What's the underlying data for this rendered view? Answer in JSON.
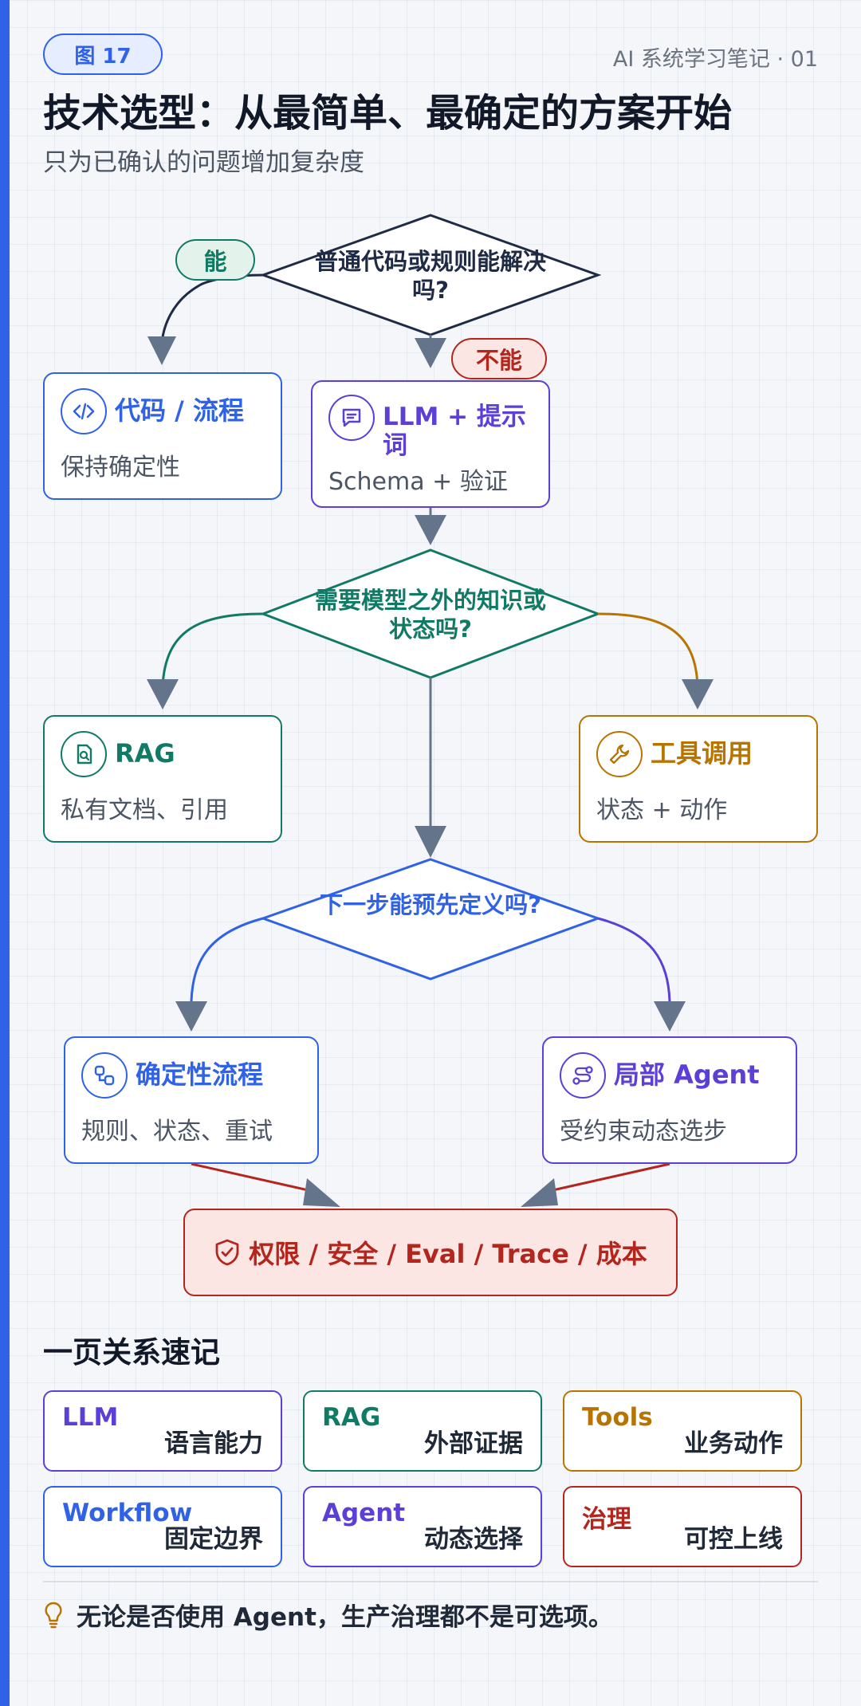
{
  "header": {
    "badge": "图 17",
    "series": "AI 系统学习笔记 · 01",
    "title": "技术选型：从最简单、最确定的方案开始",
    "subtitle": "只为已确认的问题增加复杂度"
  },
  "flow": {
    "q1": "普通代码或规则能解决吗?",
    "yes_label": "能",
    "no_label": "不能",
    "code": {
      "title": "代码 / 流程",
      "sub": "保持确定性",
      "icon": "code-icon"
    },
    "llm": {
      "title": "LLM + 提示词",
      "sub": "Schema + 验证",
      "icon": "message-icon"
    },
    "q2": "需要模型之外的知识或状态吗?",
    "rag": {
      "title": "RAG",
      "sub": "私有文档、引用",
      "icon": "document-search-icon"
    },
    "tools": {
      "title": "工具调用",
      "sub": "状态 + 动作",
      "icon": "wrench-icon"
    },
    "q3": "下一步能预先定义吗?",
    "workflow": {
      "title": "确定性流程",
      "sub": "规则、状态、重试",
      "icon": "workflow-icon"
    },
    "agent": {
      "title": "局部 Agent",
      "sub": "受约束动态选步",
      "icon": "route-icon"
    },
    "governance": "权限 / 安全 / Eval / Trace / 成本"
  },
  "summary": {
    "title": "一页关系速记",
    "cards": [
      {
        "key": "LLM",
        "value": "语言能力"
      },
      {
        "key": "RAG",
        "value": "外部证据"
      },
      {
        "key": "Tools",
        "value": "业务动作"
      },
      {
        "key": "Workflow",
        "value": "固定边界"
      },
      {
        "key": "Agent",
        "value": "动态选择"
      },
      {
        "key": "治理",
        "value": "可控上线"
      }
    ]
  },
  "footer": {
    "text": "无论是否使用 Agent，生产治理都不是可选项。",
    "icon": "lightbulb-icon"
  },
  "colors": {
    "blue": "#2f62e6",
    "purple": "#5b3fd6",
    "teal": "#117a65",
    "amber": "#b87400",
    "red": "#b3261e",
    "slate": "#1f2a44",
    "arrow": "#64748b"
  }
}
